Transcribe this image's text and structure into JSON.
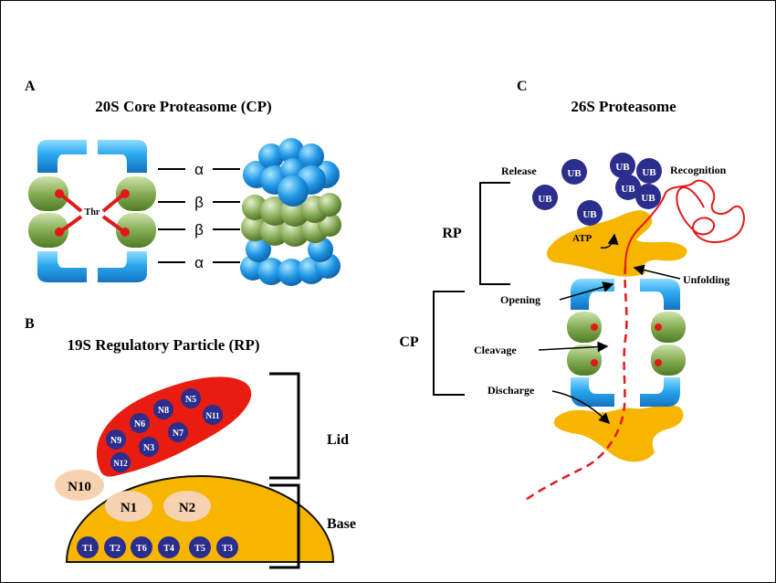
{
  "panel_a": {
    "letter": "A",
    "title": "20S Core Proteasome (CP)",
    "thr_label": "Thr",
    "ring_labels": [
      "α",
      "β",
      "β",
      "α"
    ]
  },
  "panel_b": {
    "letter": "B",
    "title": "19S Regulatory Particle (RP)",
    "lid_subunits": [
      "N5",
      "N8",
      "N6",
      "N11",
      "N7",
      "N9",
      "N3",
      "N12"
    ],
    "n10_label": "N10",
    "base_oval_labels": [
      "N1",
      "N2"
    ],
    "base_atpases": [
      "T1",
      "T2",
      "T6",
      "T4",
      "T5",
      "T3"
    ],
    "lid_label": "Lid",
    "base_label": "Base"
  },
  "panel_c": {
    "letter": "C",
    "title": "26S Proteasome",
    "ub_label": "UB",
    "rp_label": "RP",
    "cp_label": "CP",
    "atp_label": "ATP",
    "release_label": "Release",
    "recognition_label": "Recognition",
    "unfolding_label": "Unfolding",
    "opening_label": "Opening",
    "cleavage_label": "Cleavage",
    "discharge_label": "Discharge"
  },
  "colors": {
    "alpha_ring": "#1e90d8",
    "beta_ring": "#6e9a3c",
    "lid": "#e81c10",
    "base": "#f7b500",
    "subunit": "#2b2e8c",
    "n10": "#f7d2b0",
    "substrate": "#e21818"
  }
}
